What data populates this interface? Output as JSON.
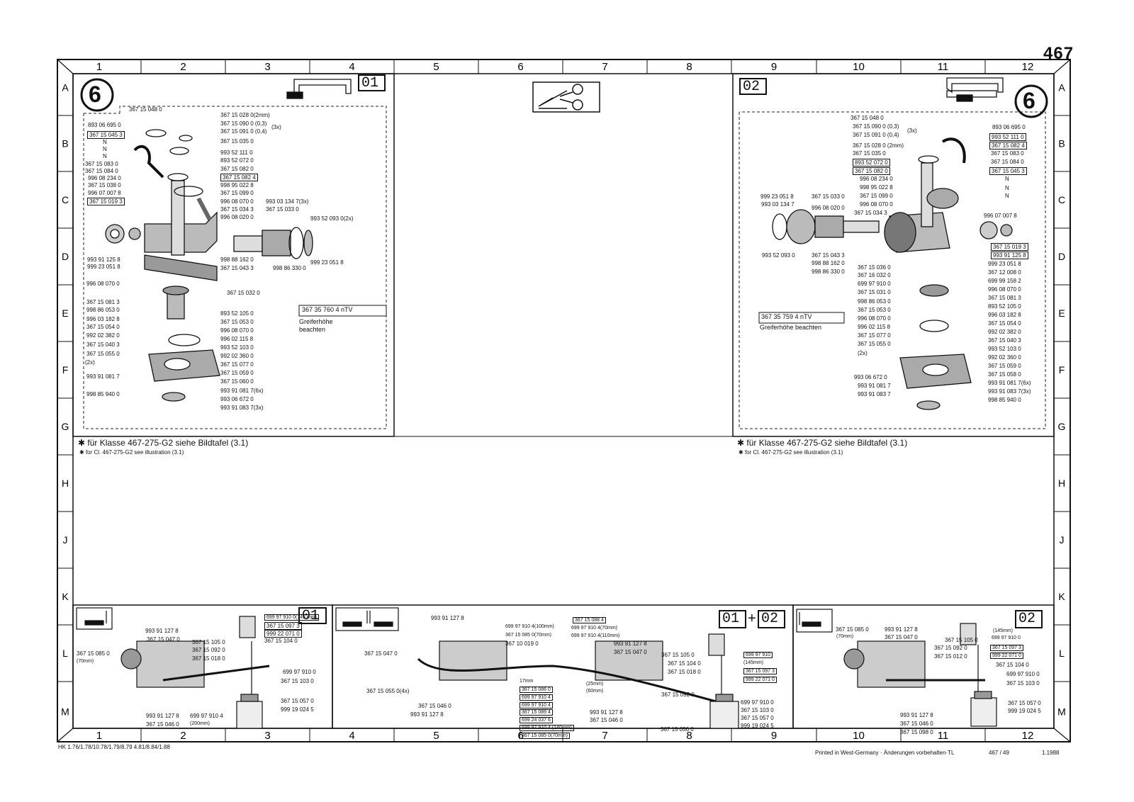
{
  "page_number": "467",
  "columns": [
    "1",
    "2",
    "3",
    "4",
    "5",
    "6",
    "7",
    "8",
    "9",
    "10",
    "11",
    "12"
  ],
  "rows": [
    "A",
    "B",
    "C",
    "D",
    "E",
    "F",
    "G",
    "H",
    "J",
    "K",
    "L",
    "M"
  ],
  "top_left": {
    "group": "6",
    "tag": "01",
    "labels": [
      "367 15 048 0",
      "893 06 695 0",
      "367 15 045 3",
      "N",
      "N",
      "N",
      "367 15 083 0",
      "367 15 084 0",
      "996 08 234 0",
      "367 15 038 0",
      "996 07 007 8",
      "367 15 019 3",
      "993 91 125 8",
      "999 23 051 8",
      "996 08 070 0",
      "367 15 081 3",
      "998 86 053 0",
      "996 03 182 8",
      "367 15 054 0",
      "992 02 382 0",
      "367 15 040 3",
      "367 15 055 0",
      "(2x)",
      "993 91 081 7",
      "998 85 940 0",
      "367 15 028 0(2mm)",
      "367 15 090 0 (0,3)",
      "367 15 091 0 (0,4)",
      "(3x)",
      "367 15 035 0",
      "993 52 111 0",
      "893 52 072 0",
      "367 15 082 0",
      "367 15 082 4",
      "998 95 022 8",
      "367 15 099 0",
      "996 08 070 0",
      "367 15 034 3",
      "996 08 020 0",
      "993 03 134 7(3x)",
      "367 15 033 0",
      "993 52 093 0(2x)",
      "998 88 162 0",
      "367 15 043 3",
      "998 86 330 0",
      "999 23 051 8",
      "367 15 032 0",
      "893 52 105 0",
      "367 15 053 0",
      "996 08 070 0",
      "996 02 115 8",
      "993 52 103 0",
      "992 02 360 0",
      "367 15 077 0",
      "367 15 059 0",
      "367 15 060 0",
      "993 91 081 7(6x)",
      "993 06 672 0",
      "993 91 083 7(3x)"
    ],
    "boxed_ref": "367 35 760 4 nTV",
    "note_line1": "Greiferhöhe",
    "note_line2": "beachten"
  },
  "top_right": {
    "group": "6",
    "tag": "02",
    "labels": [
      "367 15 048 0",
      "367 15 090 0 (0,3)",
      "367 15 091 0 (0,4)",
      "(3x)",
      "367 15 028 0 (2mm)",
      "367 15 035 0",
      "893 52 072 0",
      "367 15 082 0",
      "996 08 234 0",
      "998 95 022 8",
      "367 15 099 0",
      "996 08 070 0",
      "367 15 034 3",
      "999 23 051 8",
      "993 03 134 7",
      "367 15 033 0",
      "996 08 020 0",
      "993 52 093 0",
      "367 15 043 3",
      "998 88 162 0",
      "998 86 330 0",
      "367 15 036 0",
      "367 16 032 0",
      "699 97 910 0",
      "367 15 031 0",
      "998 86 053 0",
      "367 15 053 0",
      "996 08 070 0",
      "996 02 115 8",
      "367 15 077 0",
      "367 15 055 0",
      "(2x)",
      "993 06 672 0",
      "993 91 081 7",
      "993 91 083 7",
      "893 06 695 0",
      "993 52 111 0",
      "367 15 082 4",
      "367 15 083 0",
      "367 15 084 0",
      "367 15 045 3",
      "N",
      "N",
      "N",
      "996 07 007 8",
      "367 15 019 3",
      "993 91 125 8",
      "999 23 051 8",
      "367 12 008 0",
      "699 99 158 2",
      "996 08 070 0",
      "367 15 081 3",
      "893 52 105 0",
      "996 03 182 8",
      "367 15 054 0",
      "992 02 382 0",
      "367 15 040 3",
      "993 52 103 0",
      "992 02 360 0",
      "367 15 059 0",
      "367 15 058 0",
      "993 91 081 7(6x)",
      "993 91 083 7(3x)",
      "998 85 940 0"
    ],
    "boxed_ref": "367 35 759 4 nTV",
    "note": "Greiferhöhe beachten"
  },
  "footnotes": {
    "de": "für Klasse 467-275-G2 siehe Bildtafel",
    "en": "for Cl. 467-275-G2 see illustration",
    "ref": "3.1"
  },
  "bottom_left": {
    "tag": "01",
    "labels": [
      "993 91 127 8",
      "367 15 047 0",
      "367 15 085 0",
      "(70mm)",
      "367 15 105 0",
      "367 15 092 0",
      "367 15 018 0",
      "699 97 910 0(145 mm)",
      "367 15 097 3",
      "999 22 071 0",
      "367 15 104 0",
      "699 97 910 0",
      "367 15 103 0",
      "367 15 057 0",
      "999 19 024 5",
      "993 91 127 8",
      "367 15 046 0",
      "699 97 910 4",
      "(200mm)"
    ]
  },
  "bottom_mid": {
    "tag_a": "01",
    "plus": "+",
    "tag_b": "02",
    "labels": [
      "993 91 127 8",
      "367 15 047 0",
      "699 97 910 4(100mm)",
      "367 15 085 0(70mm)",
      "367 10 019 0",
      "367 15 088 4",
      "699 97 910 4(70mm)",
      "699 97 910 4(110mm)",
      "993 91 127 8",
      "367 15 047 0",
      "367 15 105 0",
      "367 15 104 0",
      "367 15 018 0",
      "699 97 910",
      "(145mm)",
      "367 15 097 3",
      "999 22 071 0",
      "367 15 055 0(4x)",
      "367 15 046 0",
      "993 91 127 8",
      "17mm",
      "367 15 086 0",
      "699 97 910 4",
      "699 97 910 4",
      "367 15 089 4",
      "699 24 037 6",
      "699 97 910 4 (140mm)",
      "367 15 085 0(70mm)",
      "(25mm)",
      "(60mm)",
      "993 91 127 8",
      "367 15 046 0",
      "367 15 056 0",
      "367 15 092 0",
      "699 97 910 0",
      "367 15 103 0",
      "367 15 057 0",
      "999 19 024 5"
    ]
  },
  "bottom_right": {
    "tag": "02",
    "labels": [
      "367 15 085 0",
      "(70mm)",
      "993 91 127 8",
      "367 15 047 0",
      "367 15 105 0",
      "367 15 092 0",
      "367 15 012 0",
      "(145mm)",
      "699 97 910 0",
      "367 15 097 3",
      "999 22 071 0",
      "367 15 104 0",
      "699 97 910 0",
      "367 15 103 0",
      "367 15 057 0",
      "999 19 024 5",
      "993 91 127 8",
      "367 15 046 0",
      "367 15 098 0"
    ]
  },
  "footer": {
    "left": "HK 1.76/1.78/10.78/1.79/8.79 4.81/8.84/1.88",
    "right": "Printed in West-Germany · Änderungen vorbehalten·TL",
    "code": "467 / 49",
    "date": "1.1988"
  }
}
